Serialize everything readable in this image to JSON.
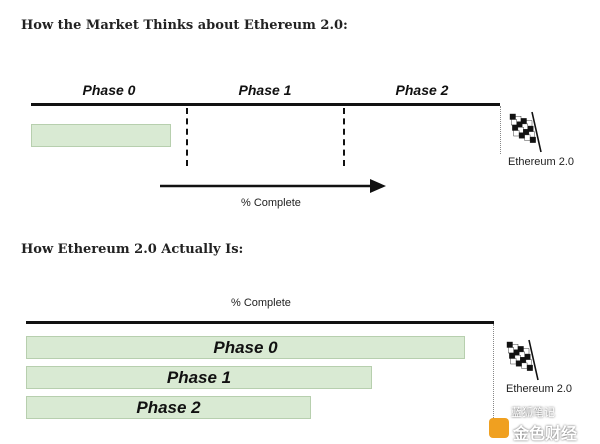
{
  "section1": {
    "title": "How the Market Thinks about Ethereum 2.0:",
    "phases": [
      "Phase 0",
      "Phase 1",
      "Phase 2"
    ],
    "finish_label": "Ethereum 2.0",
    "arrow_label": "% Complete",
    "phase0_progress": 0.9
  },
  "section2": {
    "title": "How Ethereum 2.0 Actually Is:",
    "axis_label": "% Complete",
    "finish_label": "Ethereum 2.0",
    "bars": [
      {
        "label": "Phase 0",
        "progress": 0.94
      },
      {
        "label": "Phase 1",
        "progress": 0.74
      },
      {
        "label": "Phase 2",
        "progress": 0.61
      }
    ]
  },
  "watermark": {
    "line1": "蓝狐笔记",
    "line2": "金色财经"
  },
  "colors": {
    "bar_fill": "#d9ead3",
    "bar_border": "#b7cfae",
    "line": "#111111"
  }
}
